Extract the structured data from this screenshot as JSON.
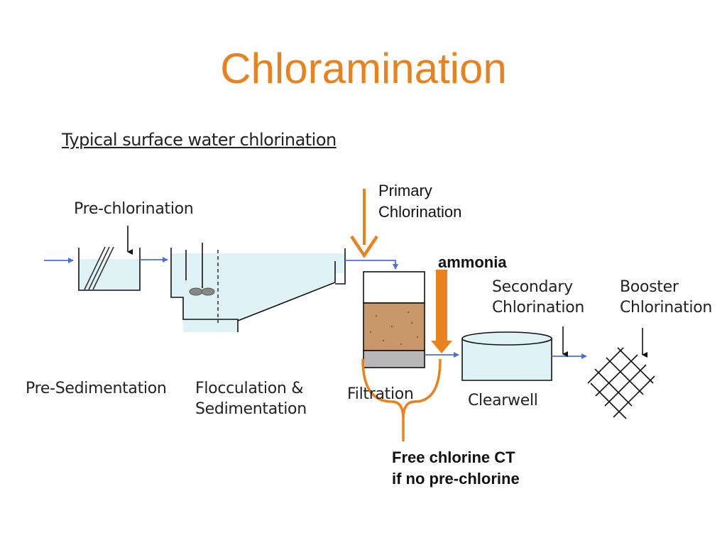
{
  "title": "Chloramination",
  "subtitle": "Typical surface water chlorination",
  "labels": {
    "pre_chlorination": "Pre-chlorination",
    "primary_chlorination_line1": "Primary",
    "primary_chlorination_line2": "Chlorination",
    "ammonia": "ammonia",
    "secondary_chlorination_line1": "Secondary",
    "secondary_chlorination_line2": "Chlorination",
    "booster_chlorination_line1": "Booster",
    "booster_chlorination_line2": "Chlorination",
    "pre_sedimentation": "Pre-Sedimentation",
    "flocculation_line1": "Flocculation &",
    "flocculation_line2": "Sedimentation",
    "filtration": "Filtration",
    "clearwell": "Clearwell",
    "free_chlorine_line1": "Free chlorine CT",
    "free_chlorine_line2": "if no pre-chlorine"
  },
  "colors": {
    "accent": "#e8821e",
    "flow_arrow": "#4a6fe0",
    "water": "#dff3f6",
    "filter_sand": "#c9986a",
    "filter_gravel": "#b8b8b8"
  }
}
